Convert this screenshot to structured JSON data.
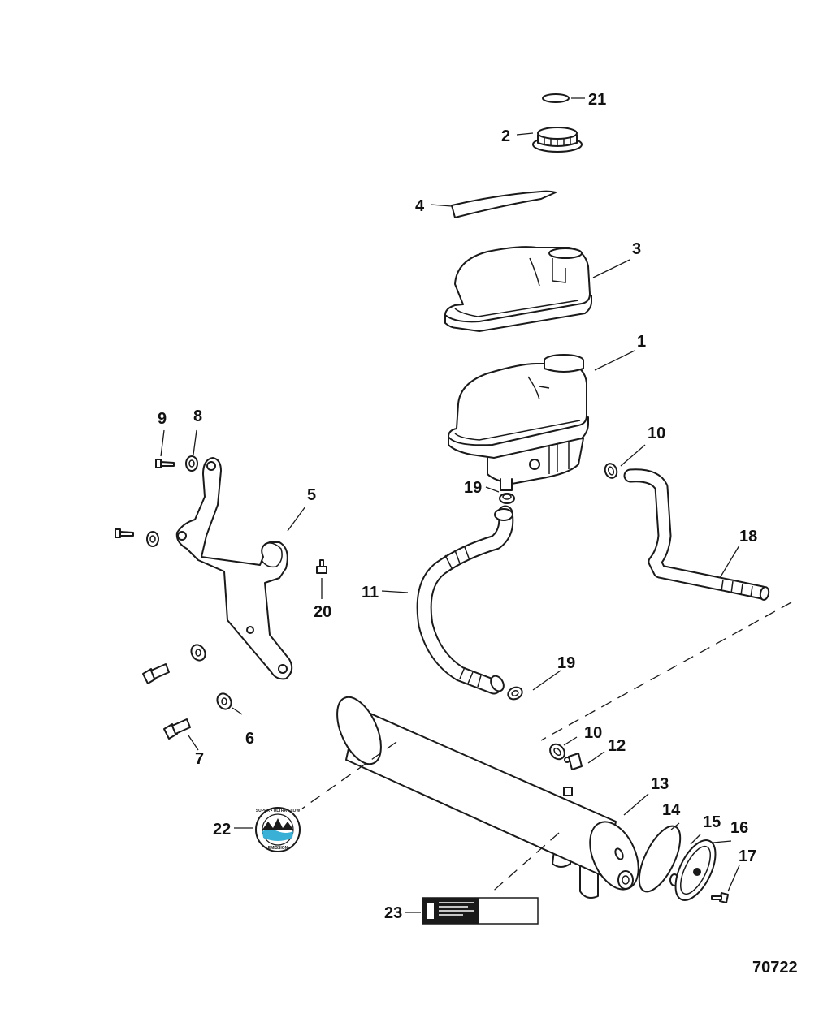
{
  "figure": {
    "number": "70722"
  },
  "callouts": {
    "c1": "1",
    "c2": "2",
    "c3": "3",
    "c4": "4",
    "c5": "5",
    "c6": "6",
    "c7": "7",
    "c8": "8",
    "c9": "9",
    "c10a": "10",
    "c10b": "10",
    "c11": "11",
    "c12": "12",
    "c13": "13",
    "c14": "14",
    "c15": "15",
    "c16": "16",
    "c17": "17",
    "c18": "18",
    "c19a": "19",
    "c19b": "19",
    "c20": "20",
    "c21": "21",
    "c22": "22",
    "c23": "23"
  },
  "emblem": {
    "text_top": "SUPER • ULTRA • LOW",
    "text_bottom": "EMISSION",
    "colors": {
      "water": "#3ab0d6",
      "ring": "#1a1a1a"
    }
  }
}
